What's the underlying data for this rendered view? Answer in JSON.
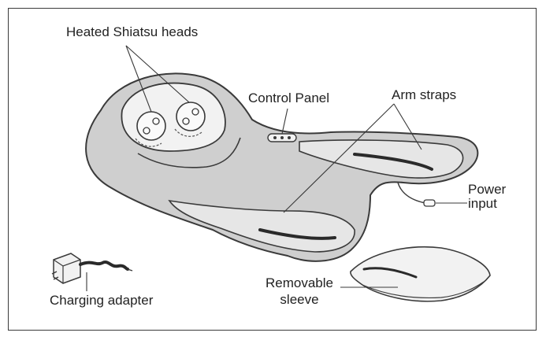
{
  "labels": {
    "heated_heads": "Heated Shiatsu heads",
    "control_panel": "Control Panel",
    "arm_straps": "Arm straps",
    "power_input_line1": "Power",
    "power_input_line2": "input",
    "charging_adapter": "Charging adapter",
    "sleeve_line1": "Removable",
    "sleeve_line2": "sleeve"
  },
  "colors": {
    "outline": "#3a3a3a",
    "fill_body": "#cfcfcf",
    "fill_inner": "#e6e6e6",
    "fill_light": "#f2f2f2",
    "groove": "#2a2a2a"
  }
}
